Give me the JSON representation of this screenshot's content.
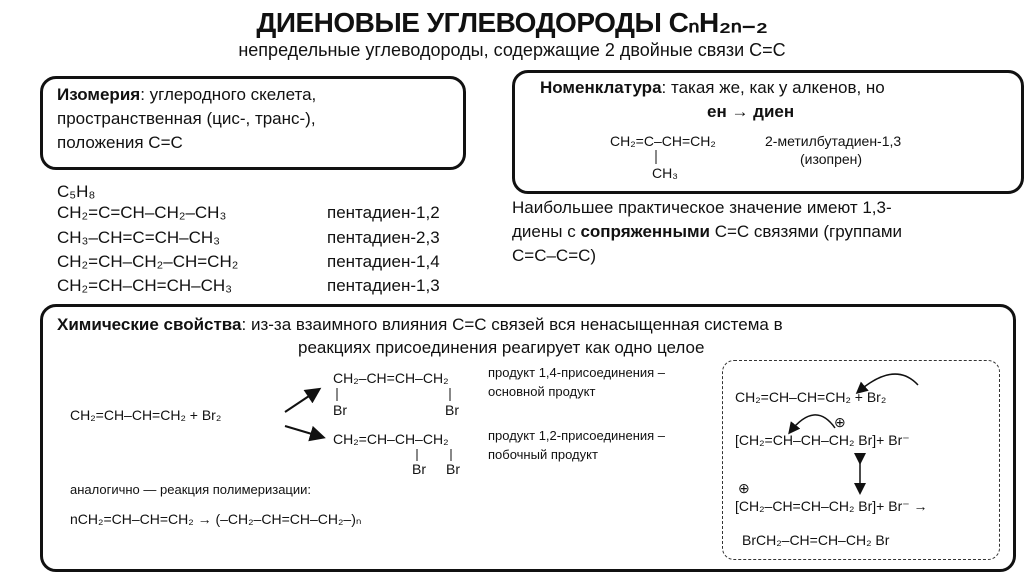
{
  "title": "ДИЕНОВЫЕ УГЛЕВОДОРОДЫ CₙH₂ₙ₋₂",
  "subtitle": "непредельные углеводороды, содержащие 2 двойные связи C=C",
  "isomerism": {
    "label": "Изомерия",
    "lines": [
      ": углеродного скелета,",
      "пространственная (цис-, транс-),",
      "положения C=C"
    ]
  },
  "nomenclature": {
    "label": "Номенклатура",
    "text": ": такая же, как у алкенов, но",
    "rule": "ен → диен",
    "formula": "CH₂=C–CH=CH₂",
    "branch": "CH₃",
    "name": "2-метилбутадиен-1,3",
    "trivial": "(изопрен)"
  },
  "isomers": {
    "formula": "C₅H₈",
    "items": [
      {
        "formula": "CH₂=C=CH–CH₂–CH₃",
        "name": "пентадиен-1,2"
      },
      {
        "formula": "CH₃–CH=C=CH–CH₃",
        "name": "пентадиен-2,3"
      },
      {
        "formula": "CH₂=CH–CH₂–CH=CH₂",
        "name": "пентадиен-1,4"
      },
      {
        "formula": "CH₂=CH–CH=CH–CH₃",
        "name": "пентадиен-1,3"
      }
    ]
  },
  "practical": {
    "line1": "Наибольшее практическое значение имеют 1,3-",
    "line2a": "диены с ",
    "line2b": "сопряженными",
    "line2c": " C=C связями (группами",
    "line3": "C=C–C=C)"
  },
  "chemical": {
    "label": "Химические свойства",
    "line1": ": из-за взаимного влияния C=C связей вся ненасыщенная система в",
    "line2": "реакциях присоединения реагирует как одно целое",
    "reactant": "CH₂=CH–CH=CH₂ + Br₂",
    "product14": "CH₂–CH=CH–CH₂",
    "product12": "CH₂=CH–CH–CH₂",
    "br": "Br",
    "desc14": [
      "продукт 1,4-присоединения –",
      "основной продукт"
    ],
    "desc12": [
      "продукт 1,2-присоединения –",
      "побочный продукт"
    ],
    "analog": "аналогично — реакция полимеризации:",
    "polymer": "nCH₂=CH–CH=CH₂ → (–CH₂–CH=CH–CH₂–)ₙ",
    "mechanism": {
      "step1": "CH₂=CH–CH=CH₂ + Br₂",
      "step2": "[CH₂=CH–CH–CH₂ Br]+ Br⁻",
      "step3": "[CH₂–CH=CH–CH₂ Br]+ Br⁻ →",
      "product": "BrCH₂–CH=CH–CH₂ Br",
      "plus": "⊕"
    }
  }
}
